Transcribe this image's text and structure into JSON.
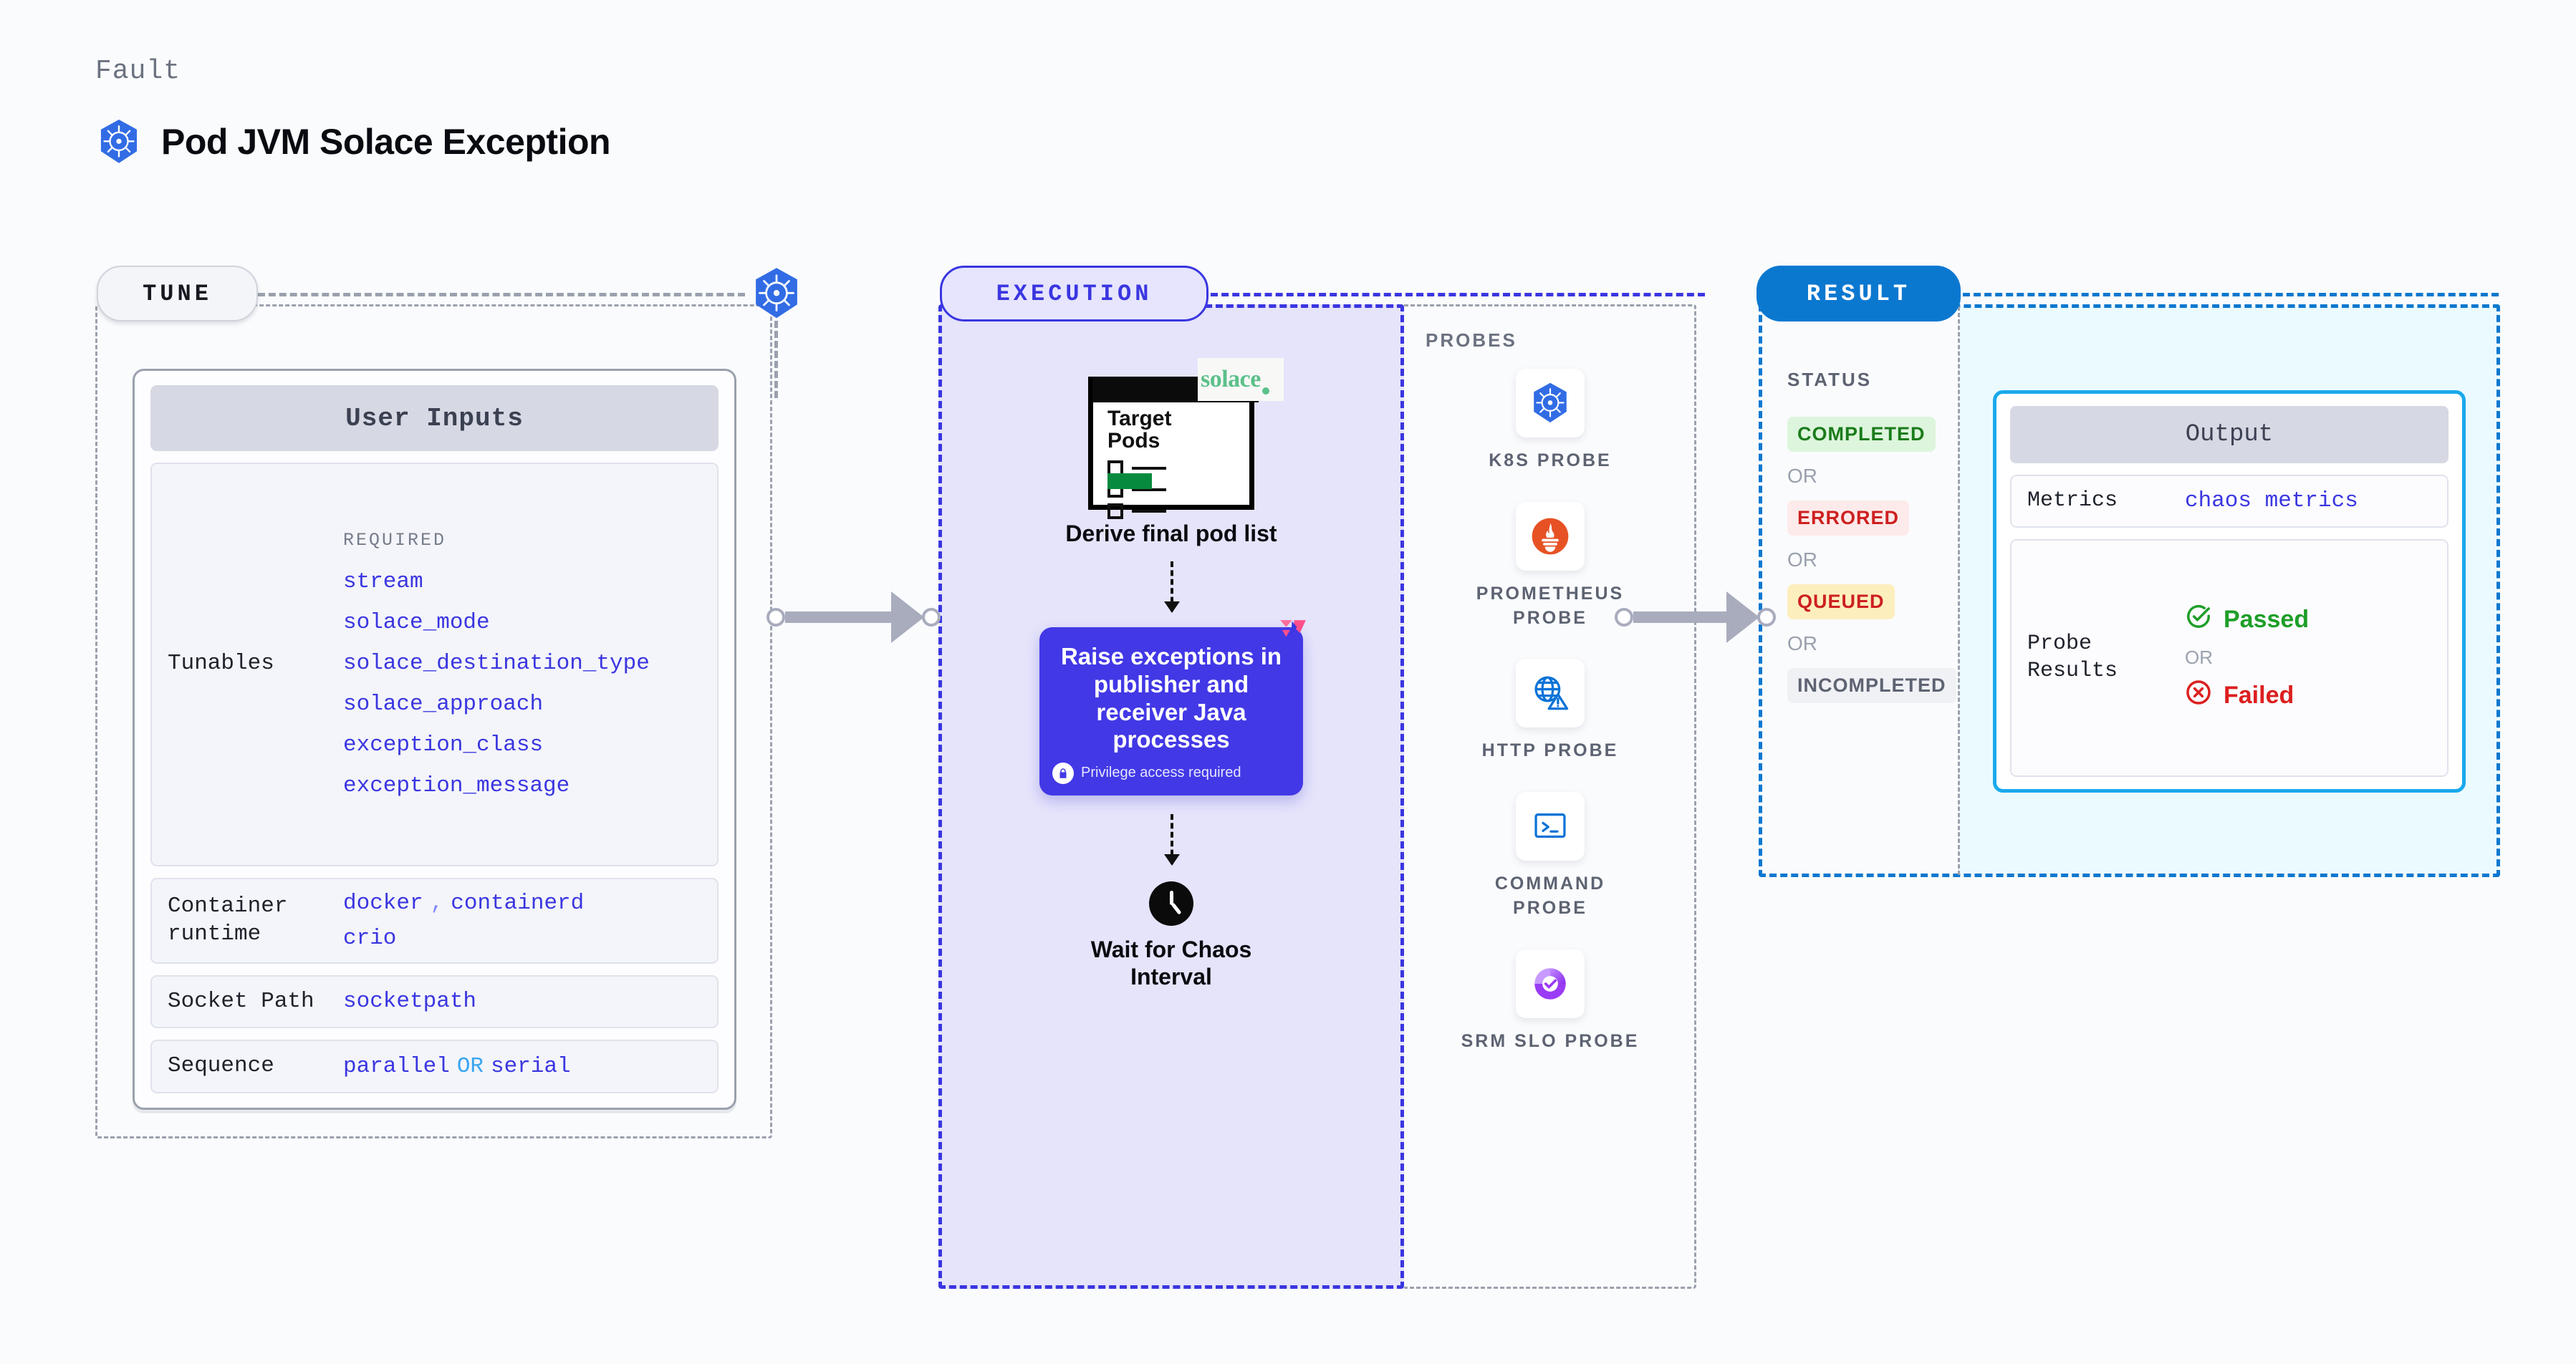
{
  "header": {
    "eyebrow": "Fault",
    "title": "Pod JVM Solace Exception",
    "icon": "kubernetes-icon"
  },
  "tune": {
    "pill_label": "TUNE",
    "badge_icon": "kubernetes-icon",
    "card_title": "User Inputs",
    "rows": [
      {
        "label": "Tunables",
        "required_header": "REQUIRED",
        "values": [
          "stream",
          "solace_mode",
          "solace_destination_type",
          "solace_approach",
          "exception_class",
          "exception_message"
        ]
      },
      {
        "label": "Container runtime",
        "values": [
          "docker",
          ",",
          "containerd",
          "crio"
        ]
      },
      {
        "label": "Socket Path",
        "values": [
          "socketpath"
        ]
      },
      {
        "label": "Sequence",
        "values": [
          "parallel",
          "OR",
          "serial"
        ]
      }
    ]
  },
  "execution": {
    "pill_label": "EXECUTION",
    "pod_card": {
      "title_line1": "Target",
      "title_line2": "Pods",
      "brand": "solace",
      "brand_dot": "●"
    },
    "step1_caption": "Derive final pod list",
    "action": {
      "title": "Raise exceptions in publisher and receiver Java processes",
      "note": "Privilege access required",
      "note_icon": "lock-icon",
      "corner_icon": "litmus-icon",
      "color": "#4238e6"
    },
    "step3_caption_line1": "Wait for Chaos",
    "step3_caption_line2": "Interval",
    "step3_icon": "clock-icon"
  },
  "probes": {
    "title": "PROBES",
    "items": [
      {
        "label": "K8S PROBE",
        "icon": "kubernetes-icon"
      },
      {
        "label": "PROMETHEUS PROBE",
        "icon": "prometheus-icon"
      },
      {
        "label": "HTTP PROBE",
        "icon": "http-globe-warning-icon"
      },
      {
        "label": "COMMAND PROBE",
        "icon": "terminal-icon"
      },
      {
        "label": "SRM SLO PROBE",
        "icon": "srm-slo-icon"
      }
    ]
  },
  "result": {
    "pill_label": "RESULT",
    "status_title": "STATUS",
    "or_label": "OR",
    "statuses": [
      {
        "label": "COMPLETED",
        "bg": "#ddf5dd",
        "fg": "#1b7c1b"
      },
      {
        "label": "ERRORED",
        "bg": "#fdeaea",
        "fg": "#cd2020"
      },
      {
        "label": "QUEUED",
        "bg": "#fdeebe",
        "fg": "#cd2020"
      },
      {
        "label": "INCOMPLETED",
        "bg": "#f0f1f5",
        "fg": "#5d6372"
      }
    ],
    "output": {
      "title": "Output",
      "metrics_label": "Metrics",
      "metrics_value": "chaos metrics",
      "probe_results_label": "Probe Results",
      "passed_label": "Passed",
      "failed_label": "Failed",
      "or_label": "OR",
      "passed_icon": "check-circle-icon",
      "failed_icon": "x-circle-icon"
    }
  },
  "colors": {
    "brand_purple": "#3a36e0",
    "brand_blue": "#0b78d0",
    "cyan": "#19a9ec",
    "gray": "#9aa1ad"
  }
}
